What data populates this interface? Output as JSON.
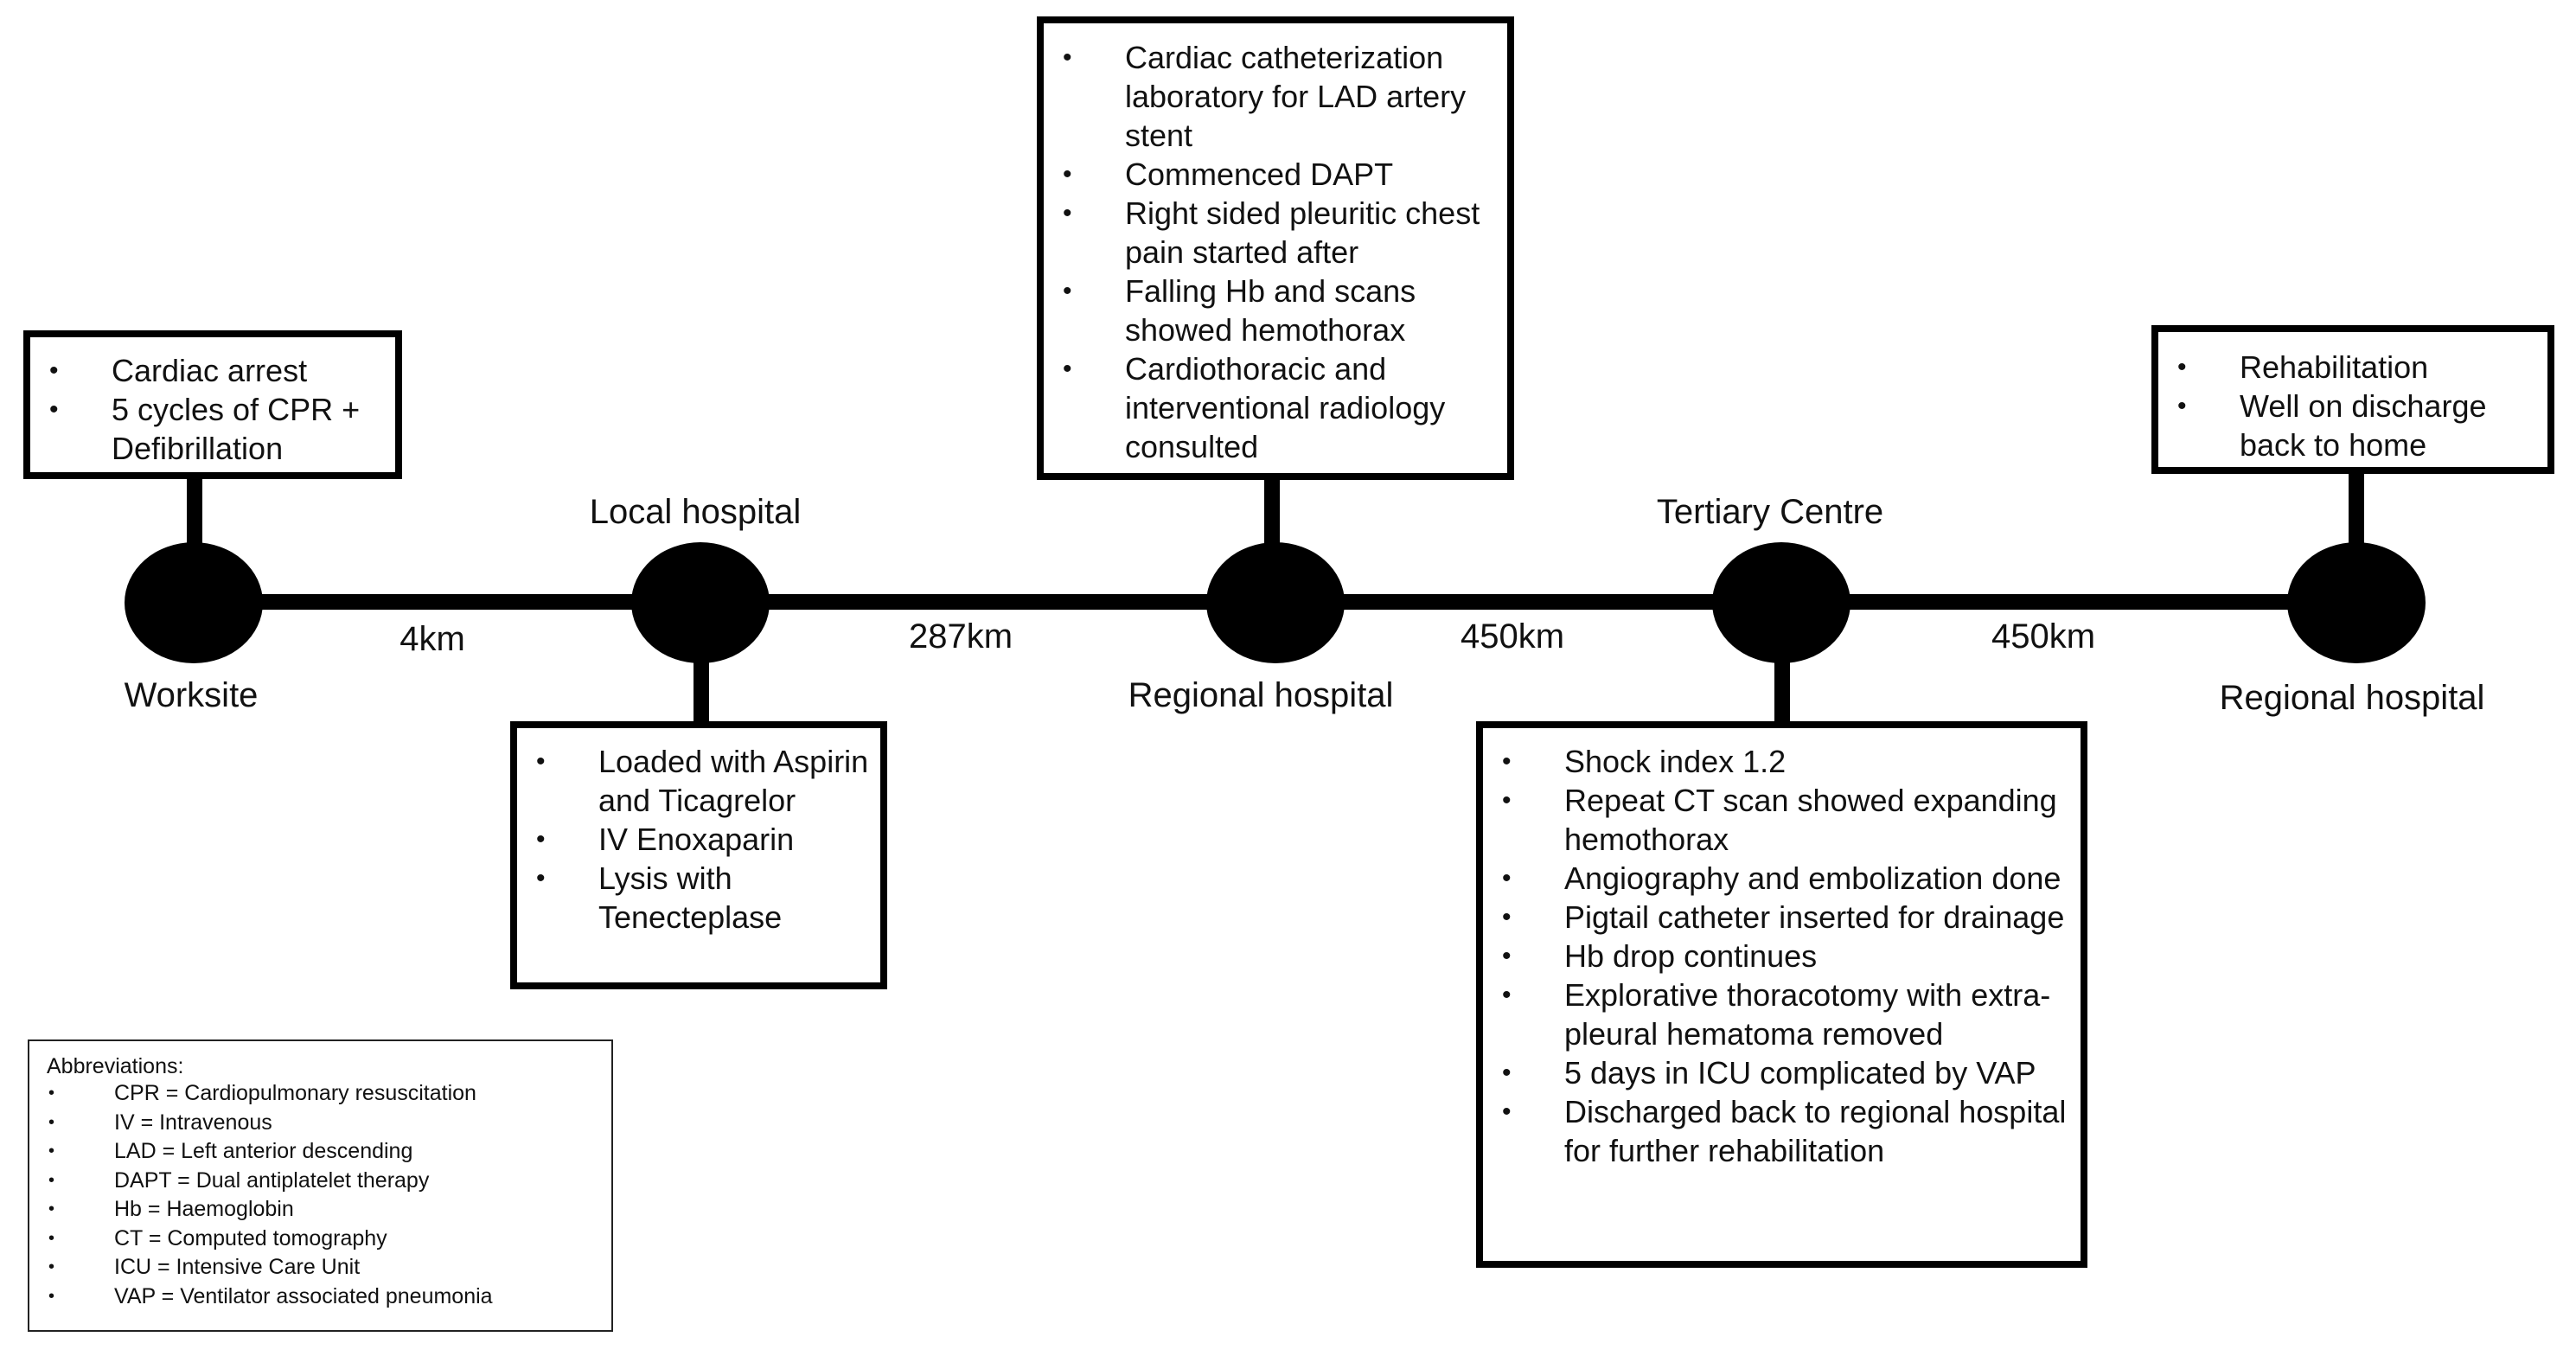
{
  "locations": [
    {
      "label": "Worksite"
    },
    {
      "label": "Local hospital"
    },
    {
      "label": "Regional hospital"
    },
    {
      "label": "Tertiary Centre"
    },
    {
      "label": "Regional hospital"
    }
  ],
  "distances": [
    "4km",
    "287km",
    "450km",
    "450km"
  ],
  "boxes": {
    "worksite": [
      "Cardiac arrest",
      "5 cycles of CPR + Defibrillation"
    ],
    "local": [
      "Loaded with Aspirin and Ticagrelor",
      "IV Enoxaparin",
      "Lysis with Tenecteplase"
    ],
    "regional1": [
      "Cardiac catheterization laboratory for LAD artery stent",
      "Commenced DAPT",
      "Right sided pleuritic chest pain started after",
      "Falling Hb and scans showed hemothorax",
      "Cardiothoracic and interventional radiology consulted"
    ],
    "tertiary": [
      "Shock index 1.2",
      "Repeat CT scan showed expanding hemothorax",
      "Angiography and  embolization done",
      "Pigtail catheter inserted for drainage",
      "Hb drop continues",
      "Explorative thoracotomy with extra-pleural hematoma removed",
      "5 days in ICU complicated by VAP",
      "Discharged back to regional hospital for further rehabilitation"
    ],
    "regional2": [
      "Rehabilitation",
      "Well on discharge back to home"
    ]
  },
  "abbreviations": {
    "title": "Abbreviations:",
    "items": [
      "CPR = Cardiopulmonary resuscitation",
      "IV = Intravenous",
      "LAD = Left anterior descending",
      "DAPT = Dual antiplatelet therapy",
      "Hb = Haemoglobin",
      "CT = Computed tomography",
      "ICU = Intensive Care Unit",
      "VAP = Ventilator associated pneumonia"
    ]
  }
}
